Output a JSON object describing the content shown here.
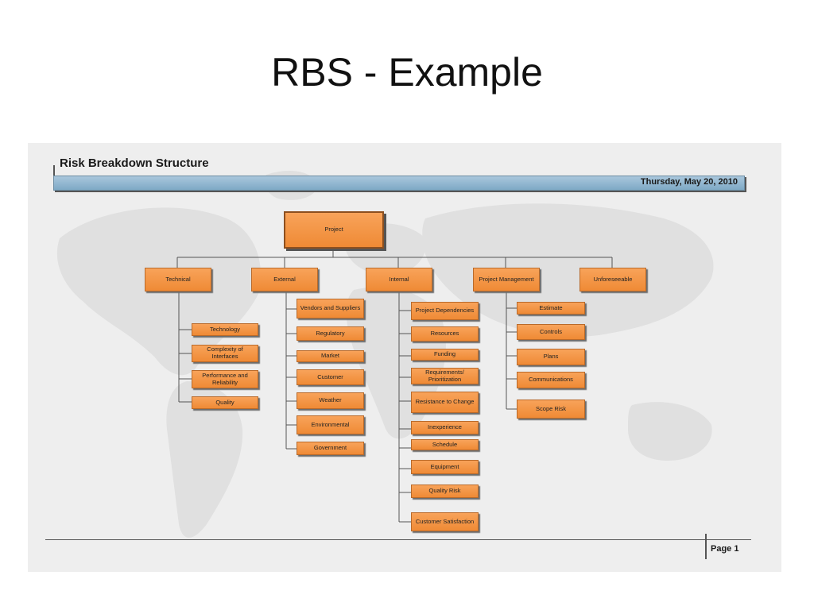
{
  "slide": {
    "title": "RBS - Example"
  },
  "report": {
    "title": "Risk Breakdown Structure",
    "date": "Thursday, May 20, 2010",
    "page": "Page 1"
  },
  "rbs": {
    "root": "Project",
    "categories": [
      {
        "label": "Technical",
        "children": [
          "Technology",
          "Complexity of Interfaces",
          "Performance and Reliability",
          "Quality"
        ]
      },
      {
        "label": "External",
        "children": [
          "Vendors and Suppliers",
          "Regulatory",
          "Market",
          "Customer",
          "Weather",
          "Environmental",
          "Government"
        ]
      },
      {
        "label": "Internal",
        "children": [
          "Project Dependencies",
          "Resources",
          "Funding",
          "Requirements/ Prioritization",
          "Resistance to Change",
          "Inexperience",
          "Schedule",
          "Equipment",
          "Quality Risk",
          "Customer Satisfaction"
        ]
      },
      {
        "label": "Project Management",
        "children": [
          "Estimate",
          "Controls",
          "Plans",
          "Communications",
          "Scope Risk"
        ]
      },
      {
        "label": "Unforeseeable",
        "children": []
      }
    ]
  }
}
